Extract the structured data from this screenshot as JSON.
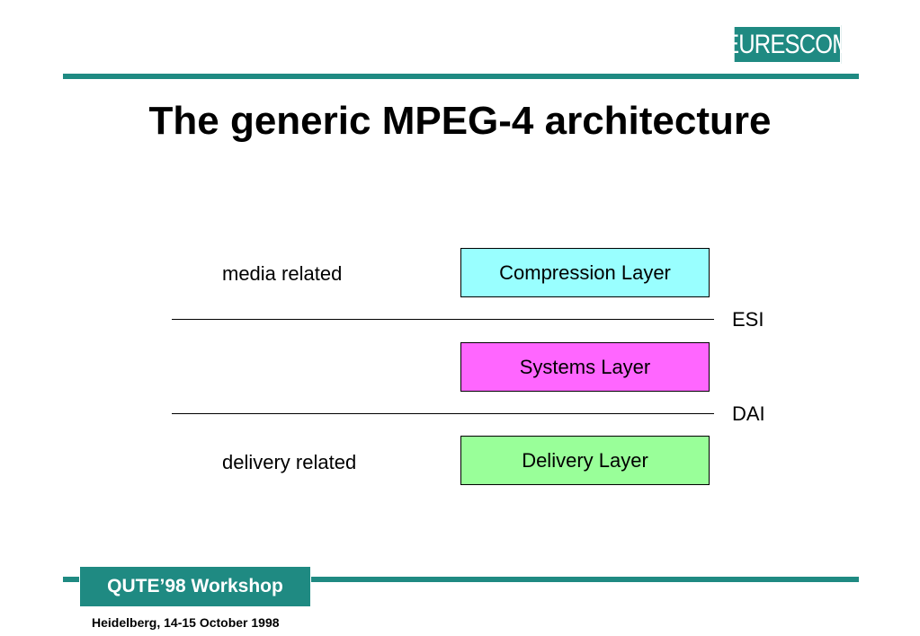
{
  "header": {
    "logo_text": "EURESCOM",
    "title": "The generic MPEG-4 architecture"
  },
  "diagram": {
    "left_labels": {
      "top": "media related",
      "bottom": "delivery related"
    },
    "layers": [
      {
        "label": "Compression Layer",
        "color": "#99ffff"
      },
      {
        "label": "Systems Layer",
        "color": "#ff66ff"
      },
      {
        "label": "Delivery Layer",
        "color": "#99ff99"
      }
    ],
    "interfaces": [
      {
        "label": "ESI"
      },
      {
        "label": "DAI"
      }
    ]
  },
  "footer": {
    "workshop": "QUTE’98 Workshop",
    "location_date": "Heidelberg, 14-15 October 1998"
  },
  "colors": {
    "brand": "#1f8a82"
  }
}
